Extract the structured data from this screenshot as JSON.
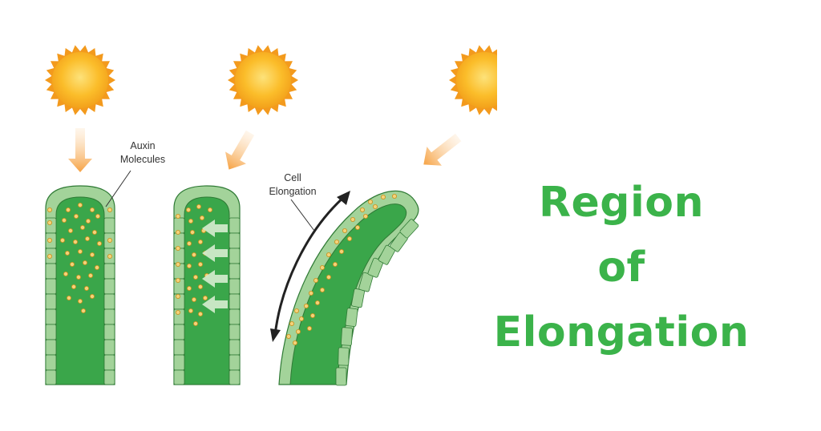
{
  "labels": {
    "auxin_line1": "Auxin",
    "auxin_line2": "Molecules",
    "cell_line1": "Cell",
    "cell_line2": "Elongation"
  },
  "title": {
    "line1": "Region",
    "line2": "of",
    "line3": "Elongation"
  },
  "colors": {
    "sun": "#f9b21b",
    "sun_center": "#fcd14a",
    "sun_rays": "#f39a1d",
    "light_arrow": "#f6a243",
    "stem_fill": "#3aa64a",
    "epidermis_cell": "#a3d39a",
    "cell_outline": "#2f7a35",
    "auxin_dot": "#f4d27a",
    "auxin_outline": "#c8901a",
    "push_arrow": "#cfe9c9",
    "title_text": "#3bb34a"
  },
  "icons": [
    "sun-icon",
    "light-arrow-icon",
    "auxin-push-arrow-icon",
    "double-headed-arrow-icon"
  ]
}
